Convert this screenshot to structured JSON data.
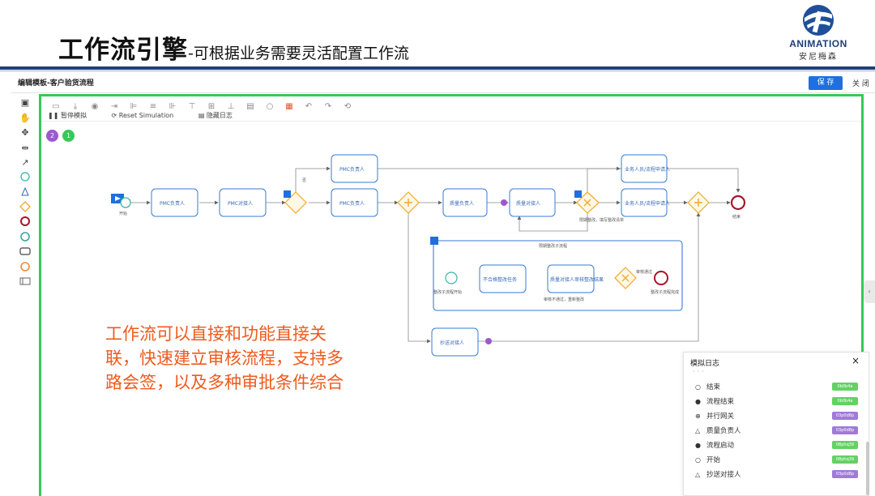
{
  "slide": {
    "title_big": "工作流引擎",
    "title_small": "-可根据业务需要灵活配置工作流",
    "logo": {
      "brand": "ANIMATION",
      "brand_cn": "安尼梅森",
      "color": "#1f3f7a"
    }
  },
  "app": {
    "title": "编辑模板-客户验货流程",
    "save_label": "保 存",
    "close_label": "关 闭",
    "tools": [
      "panel-icon",
      "hand-icon",
      "move-icon",
      "split-icon",
      "arrow-icon",
      "start-event-icon",
      "user-task-icon",
      "gateway-icon",
      "end-event-icon",
      "intermediate-event-icon",
      "task-icon",
      "subprocess-icon",
      "pool-icon"
    ],
    "toolbar_icons": [
      "folder-icon",
      "download-icon",
      "eye-icon",
      "export-icon",
      "align-left-icon",
      "align-center-icon",
      "align-right-icon",
      "align-top-icon",
      "align-middle-icon",
      "align-bottom-icon",
      "distribute-h-icon",
      "distribute-v-icon",
      "map-icon",
      "undo-icon",
      "redo-icon",
      "reset-icon"
    ],
    "sim_controls": {
      "pause": "暂停模拟",
      "reset": "Reset Simulation",
      "hide_log": "隐藏日志"
    },
    "badges": [
      {
        "value": "2",
        "color": "#9b59d0"
      },
      {
        "value": "1",
        "color": "#36c95a"
      }
    ],
    "accent": "#1f6fe0",
    "canvas_border": "#36c95a"
  },
  "diagram": {
    "nodes": {
      "pmc_owner": "PMC负责人",
      "pmc_handler": "PMC对接人",
      "pmc_top": "PMC负责人",
      "pmc_mid": "PMC负责人",
      "quality_owner": "质量负责人",
      "quality_handler": "质量对接人",
      "biz_apply": "业务人员/流程申请人",
      "biz_apply2": "业务人员/流程申请人",
      "follow_handler": "抄送对接人",
      "rectify_task": "不合格整改任务",
      "quality_review": "质量对接人审核整改结果",
      "subprocess": "限期整改子流程"
    },
    "labels": {
      "start": "开始",
      "end": "结束",
      "sub_start": "整改子流程开始",
      "sub_end": "整改子流程完成",
      "approve_pass": "审核通过",
      "deadline": "限期整改，填写整改清单",
      "not_pass": "审核不通过，重新整改",
      "no": "否"
    }
  },
  "overlay_text": "工作流可以直接和功能直接关联，快速建立审核流程，支持多路会签，以及多种审批条件综合",
  "log": {
    "title": "模拟日志",
    "close": "×",
    "rows": [
      {
        "icon": "end-event-icon",
        "glyph": "○",
        "label": "结束",
        "tag": "0b0b4a",
        "color": "#64d164"
      },
      {
        "icon": "check-circle-icon",
        "glyph": "●",
        "label": "流程结束",
        "tag": "0b0b4a",
        "color": "#64d164"
      },
      {
        "icon": "parallel-gateway-icon",
        "glyph": "⊕",
        "label": "并行网关",
        "tag": "03p0d8p",
        "color": "#a07ad8"
      },
      {
        "icon": "user-task-icon",
        "glyph": "△",
        "label": "质量负责人",
        "tag": "03p0d8p",
        "color": "#a07ad8"
      },
      {
        "icon": "check-circle-icon",
        "glyph": "●",
        "label": "流程启动",
        "tag": "08phq39",
        "color": "#64d164"
      },
      {
        "icon": "start-event-icon",
        "glyph": "○",
        "label": "开始",
        "tag": "08phq39",
        "color": "#64d164"
      },
      {
        "icon": "user-task-icon",
        "glyph": "△",
        "label": "抄送对接人",
        "tag": "03p0d8p",
        "color": "#a07ad8"
      }
    ]
  }
}
